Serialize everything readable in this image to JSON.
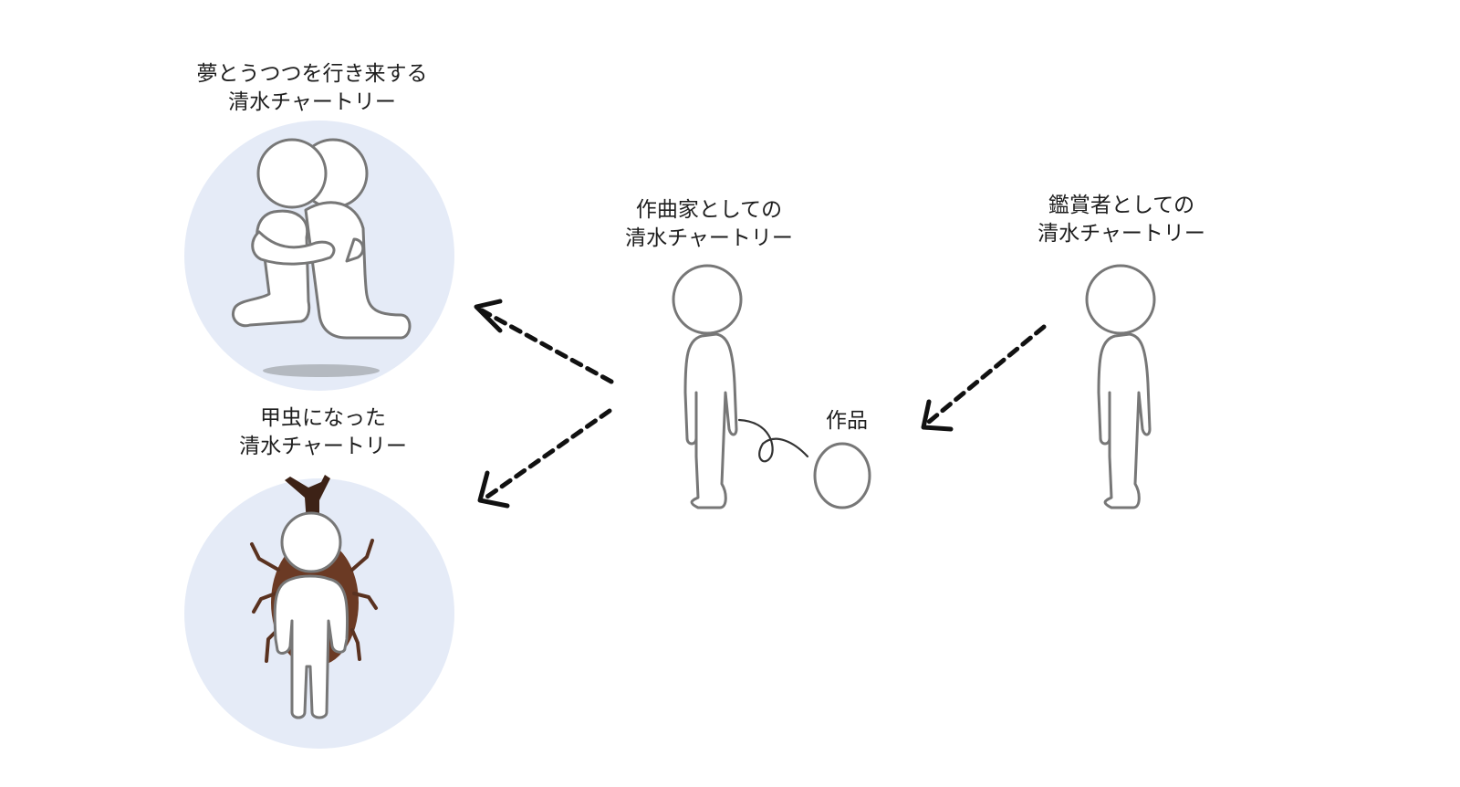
{
  "labels": {
    "dream": {
      "line1": "夢とうつつを行き来する",
      "line2": "清水チャートリー"
    },
    "beetle": {
      "line1": "甲虫になった",
      "line2": "清水チャートリー"
    },
    "composer": {
      "line1": "作曲家としての",
      "line2": "清水チャートリー"
    },
    "appreciator": {
      "line1": "鑑賞者としての",
      "line2": "清水チャートリー"
    },
    "work": "作品"
  },
  "colors": {
    "circle_fill": "#e5ebf7",
    "figure_fill": "#ffffff",
    "figure_stroke": "#777777",
    "shadow_gray": "#cfcfcf",
    "arrow": "#111111",
    "beetle_dark": "#3d2216",
    "beetle_brown": "#6b3a24",
    "beetle_leg": "#5a3220",
    "floor_shadow": "#a8acb2"
  },
  "icons": {
    "composer": "standing-person-icon",
    "appreciator": "standing-person-icon",
    "dream": "hugging-people-icon",
    "beetle": "beetle-person-icon",
    "work": "egg-icon"
  }
}
